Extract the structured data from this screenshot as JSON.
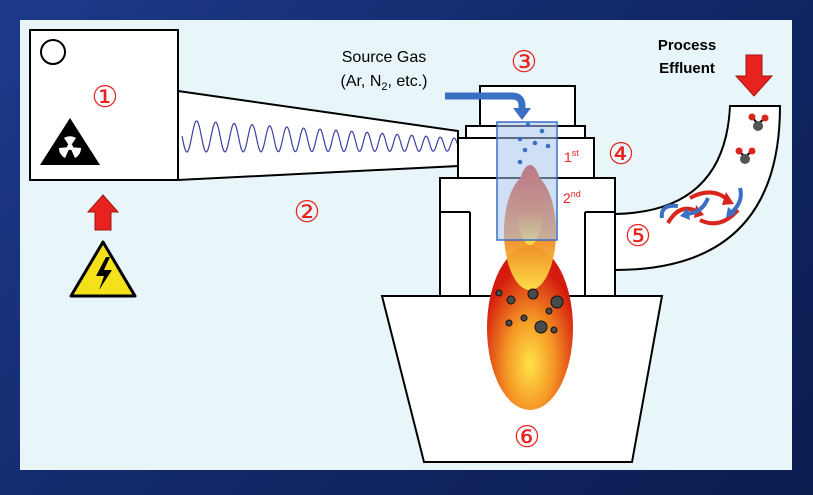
{
  "labels": {
    "source_gas_line1": "Source Gas",
    "source_gas_line2_prefix": "(Ar, N",
    "source_gas_line2_sub": "2",
    "source_gas_line2_suffix": ", etc.)",
    "process_line1": "Process",
    "process_line2": "Effluent",
    "first_base": "1",
    "first_sup": "st",
    "second_base": "2",
    "second_sup": "nd"
  },
  "markers": [
    "①",
    "②",
    "③",
    "④",
    "⑤",
    "⑥"
  ],
  "colors": {
    "background": "#e9f6f9",
    "frame": "#1d3a8a",
    "marker_red": "#e8231f",
    "arrow_blue": "#3a6fc4",
    "wave": "#3b3fa0",
    "flame_outer": "#d61f10",
    "flame_inner": "#f6d23a",
    "tube": "#a8c4ec"
  },
  "icons": [
    "radiation-icon",
    "high-voltage-icon",
    "red-down-arrow-icon",
    "red-up-arrow-icon",
    "blue-curved-arrow-icon",
    "molecule-icon",
    "swirl-arrows-icon"
  ]
}
